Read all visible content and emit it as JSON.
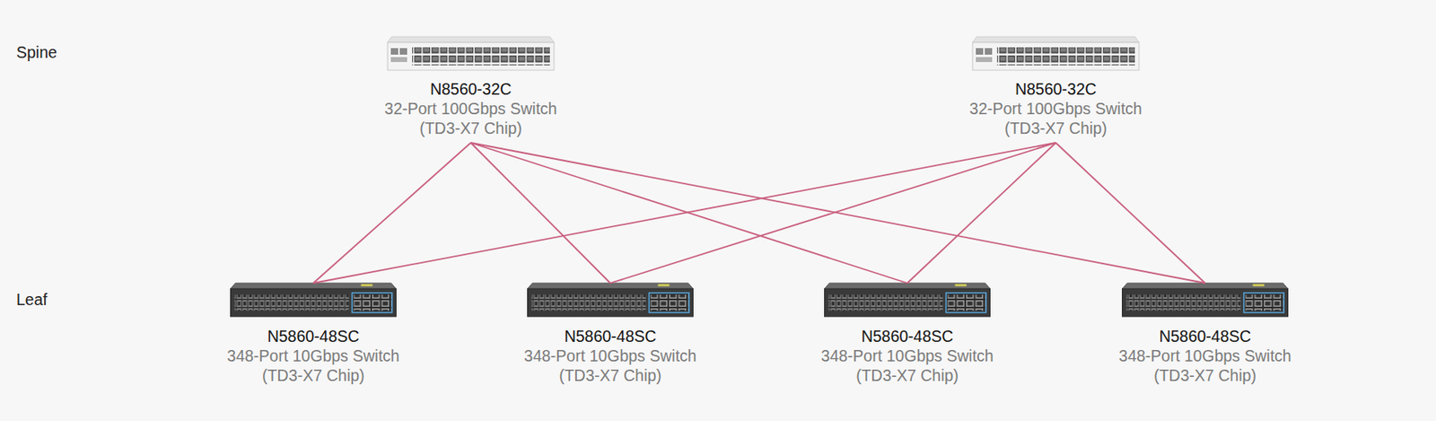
{
  "diagram": {
    "nodes": [
      {
        "text": [
          "N8560-32C",
          "32-Port 100Gbps Switch (TD3-X7 Chip)"
        ]
      },
      {
        "text": [
          "N8560-32C",
          "32-Port 100Gbps Switch (TD3-X7 Chip)"
        ]
      },
      {
        "text": [
          "N5860-48SC",
          "348-Port 10Gbps Switch (TD3-X7 Chip)"
        ]
      },
      {
        "text": [
          "N5860-48SC",
          "348-Port 10Gbps Switch (TD3-X7 Chip)"
        ]
      },
      {
        "text": [
          "N5860-48SC",
          "348-Port 10Gbps Switch (TD3-X7 Chip)"
        ]
      },
      {
        "text": [
          "N5860-48SC",
          "348-Port 10Gbps Switch (TD3-X7 Chip)"
        ]
      }
    ],
    "edges": [
      {
        "from": 0,
        "to": 2,
        "arrow": "none"
      },
      {
        "from": 0,
        "to": 3,
        "arrow": "none"
      },
      {
        "from": 0,
        "to": 4,
        "arrow": "none"
      },
      {
        "from": 0,
        "to": 5,
        "arrow": "none"
      },
      {
        "from": 1,
        "to": 2,
        "arrow": "none"
      },
      {
        "from": 1,
        "to": 3,
        "arrow": "none"
      },
      {
        "from": 1,
        "to": 4,
        "arrow": "none"
      },
      {
        "from": 1,
        "to": 5,
        "arrow": "none"
      }
    ],
    "labels": [
      "Spine",
      "Leaf"
    ]
  }
}
